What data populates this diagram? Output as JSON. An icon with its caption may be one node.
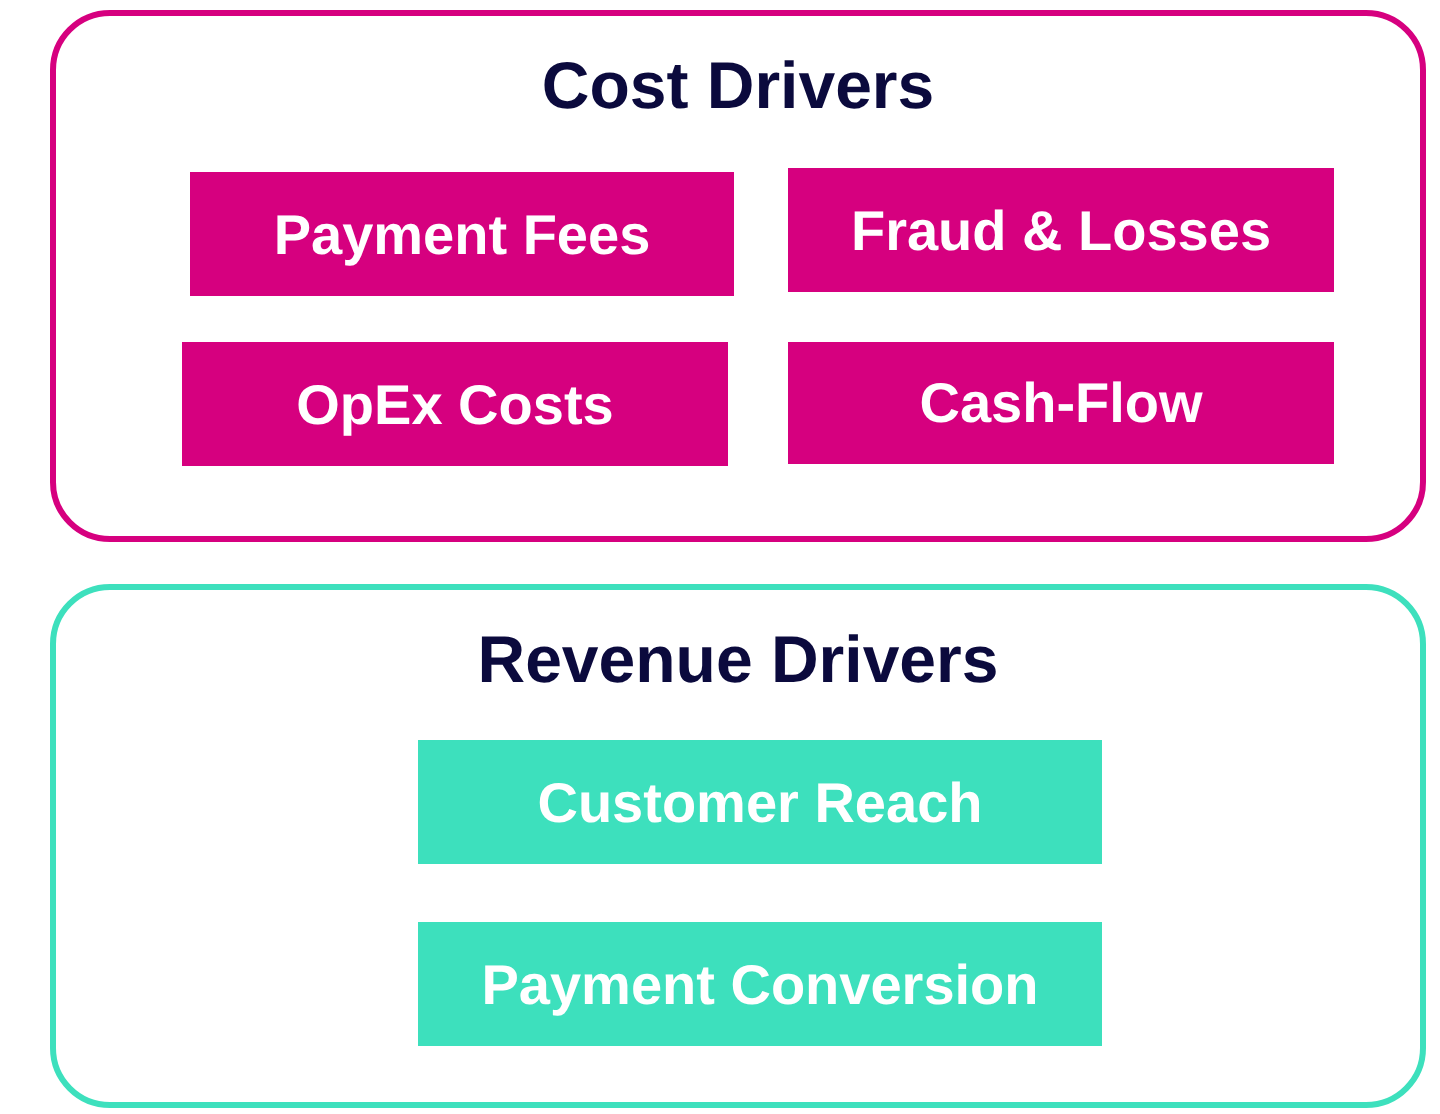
{
  "diagram": {
    "nodes": [
      {
        "text": [
          "Cost Drivers"
        ]
      },
      {
        "text": [
          "Payment Fees"
        ],
        "in": 0
      },
      {
        "text": [
          "Fraud & Losses"
        ],
        "in": 0
      },
      {
        "text": [
          "OpEx Costs"
        ],
        "in": 0
      },
      {
        "text": [
          "Cash-Flow"
        ],
        "in": 0
      },
      {
        "text": [
          "Revenue Drivers"
        ]
      },
      {
        "text": [
          "Customer Reach"
        ],
        "in": 5
      },
      {
        "text": [
          "Payment Conversion"
        ],
        "in": 5
      }
    ]
  }
}
